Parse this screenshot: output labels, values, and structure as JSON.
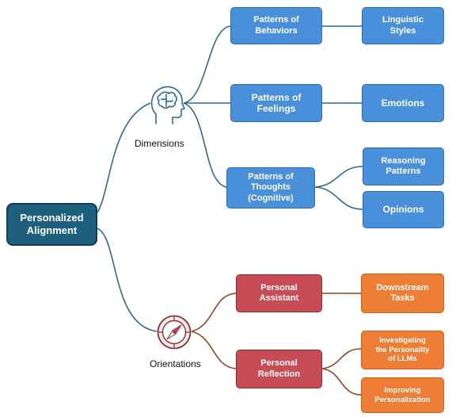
{
  "root": {
    "label": "Personalized\nAlignment"
  },
  "branches": {
    "dimensions": {
      "label": "Dimensions",
      "icon": "head-brain-icon",
      "color": "#4a8fd9",
      "nodes": [
        {
          "label": "Patterns of\nBehaviors",
          "children": [
            "Linguistic\nStyles"
          ]
        },
        {
          "label": "Patterns of\nFeelings",
          "children": [
            "Emotions"
          ]
        },
        {
          "label": "Patterns of\nThoughts\n(Cognitive)",
          "children": [
            "Reasoning\nPatterns",
            "Opinions"
          ]
        }
      ]
    },
    "orientations": {
      "label": "Orientations",
      "icon": "compass-icon",
      "color": "#c84c55",
      "nodes": [
        {
          "label": "Personal\nAssistant",
          "children": [
            "Downstream\nTasks"
          ]
        },
        {
          "label": "Personal\nReflection",
          "children": [
            "Investigating\nthe Personality\nof LLMs",
            "Improving\nPersonalization"
          ]
        }
      ]
    }
  },
  "colors": {
    "root": "#1e5f7d",
    "dimension_link": "#2e6b8e",
    "orientation_link": "#8b4a24",
    "child_blue": "#4a8fd9",
    "child_orange": "#ee7d35"
  }
}
